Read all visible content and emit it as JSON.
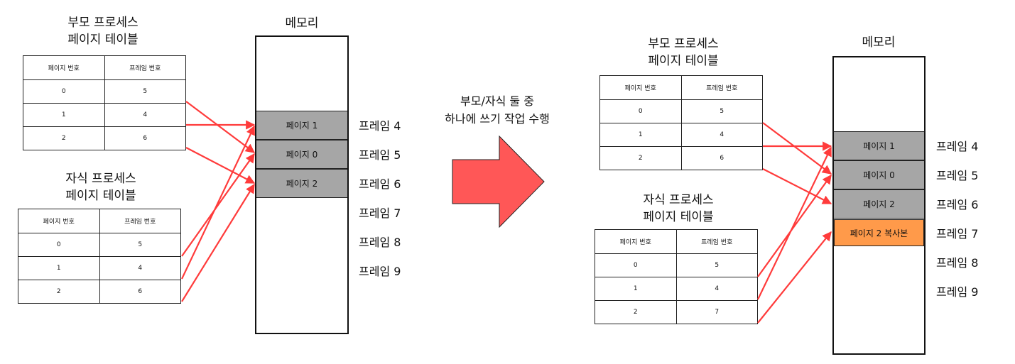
{
  "left": {
    "parent": {
      "title1": "부모 프로세스",
      "title2": "페이지 테이블",
      "headers": [
        "페이지 번호",
        "프레임 번호"
      ],
      "rows": [
        [
          "0",
          "5"
        ],
        [
          "1",
          "4"
        ],
        [
          "2",
          "6"
        ]
      ]
    },
    "child": {
      "title1": "자식 프로세스",
      "title2": "페이지 테이블",
      "headers": [
        "페이지 번호",
        "프레임 번호"
      ],
      "rows": [
        [
          "0",
          "5"
        ],
        [
          "1",
          "4"
        ],
        [
          "2",
          "6"
        ]
      ]
    },
    "memory": {
      "title": "메모리",
      "pages": [
        "페이지 1",
        "페이지 0",
        "페이지 2"
      ],
      "frames": [
        "프레임 4",
        "프레임 5",
        "프레임 6",
        "프레임 7",
        "프레임 8",
        "프레임 9"
      ]
    }
  },
  "middle": {
    "line1": "부모/자식 둘 중",
    "line2": "하나에 쓰기 작업 수행",
    "arrow_color": "#ff5757"
  },
  "right": {
    "parent": {
      "title1": "부모 프로세스",
      "title2": "페이지 테이블",
      "headers": [
        "페이지 번호",
        "프레임 번호"
      ],
      "rows": [
        [
          "0",
          "5"
        ],
        [
          "1",
          "4"
        ],
        [
          "2",
          "6"
        ]
      ]
    },
    "child": {
      "title1": "자식 프로세스",
      "title2": "페이지 테이블",
      "headers": [
        "페이지 번호",
        "프레임 번호"
      ],
      "rows": [
        [
          "0",
          "5"
        ],
        [
          "1",
          "4"
        ],
        [
          "2",
          "7"
        ]
      ]
    },
    "memory": {
      "title": "메모리",
      "pages": [
        "페이지 1",
        "페이지 0",
        "페이지 2",
        "페이지 2 복사본"
      ],
      "frames": [
        "프레임 4",
        "프레임 5",
        "프레임 6",
        "프레임 7",
        "프레임 8",
        "프레임 9"
      ]
    }
  },
  "colors": {
    "link": "#ff3b3b",
    "page": "#a6a6a6",
    "copy": "#ff9a4a"
  }
}
